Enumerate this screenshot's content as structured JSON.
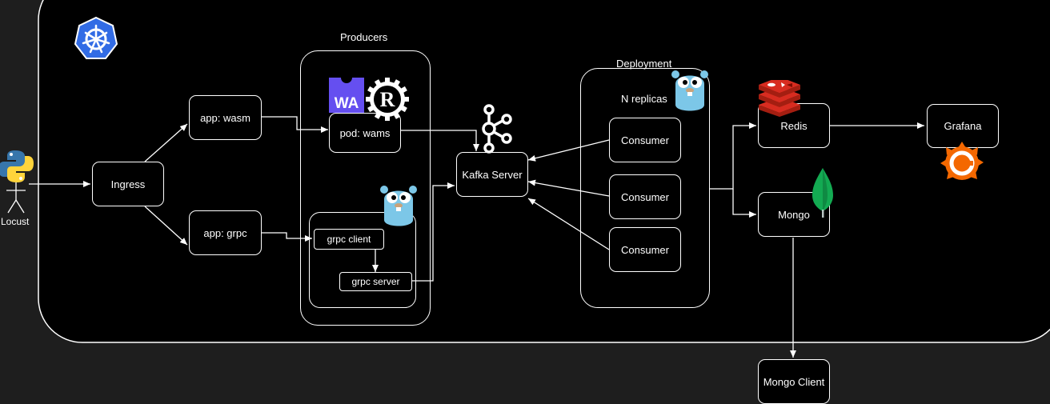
{
  "diagram": {
    "cluster": {
      "logo": "kubernetes-icon"
    },
    "actor": {
      "label": "Locust",
      "icon": "python-icon"
    },
    "groups": {
      "producers": {
        "label": "Producers"
      },
      "deployment": {
        "label": "Deployment",
        "replicas_label": "N replicas"
      }
    },
    "nodes": {
      "ingress": "Ingress",
      "app_wasm": "app: wasm",
      "app_grpc": "app: grpc",
      "pod_wams": "pod: wams",
      "grpc_client": "grpc client",
      "grpc_server": "grpc server",
      "kafka": "Kafka Server",
      "consumer_1": "Consumer",
      "consumer_2": "Consumer",
      "consumer_3": "Consumer",
      "redis": "Redis",
      "mongo": "Mongo",
      "grafana": "Grafana",
      "mongo_client": "Mongo Client"
    },
    "icons": {
      "wasm_badge": "WA",
      "rust_letter": "R",
      "items": [
        "kubernetes-icon",
        "python-icon",
        "webassembly-icon",
        "rust-icon",
        "gopher-icon",
        "kafka-icon",
        "redis-icon",
        "mongodb-icon",
        "grafana-icon"
      ]
    },
    "edges": [
      [
        "Locust",
        "Ingress"
      ],
      [
        "Ingress",
        "app: wasm"
      ],
      [
        "Ingress",
        "app: grpc"
      ],
      [
        "app: wasm",
        "pod: wams"
      ],
      [
        "app: grpc",
        "grpc client"
      ],
      [
        "grpc client",
        "grpc server"
      ],
      [
        "pod: wams",
        "Kafka Server"
      ],
      [
        "grpc server",
        "Kafka Server"
      ],
      [
        "Consumer",
        "Kafka Server"
      ],
      [
        "Consumer",
        "Kafka Server"
      ],
      [
        "Consumer",
        "Kafka Server"
      ],
      [
        "Deployment",
        "Redis"
      ],
      [
        "Deployment",
        "Mongo"
      ],
      [
        "Redis",
        "Grafana"
      ],
      [
        "Mongo",
        "Mongo Client"
      ]
    ],
    "colors": {
      "background": "#1e1e1e",
      "cluster_fill": "#000000",
      "stroke": "#ffffff",
      "kubernetes": "#326ce5",
      "go_blue": "#7cc7e8",
      "wasm": "#654ff0",
      "redis": "#d82c20",
      "mongodb": "#13aa52",
      "grafana": "#f46800",
      "python_blue": "#3776ab",
      "python_yellow": "#ffd43b"
    }
  }
}
